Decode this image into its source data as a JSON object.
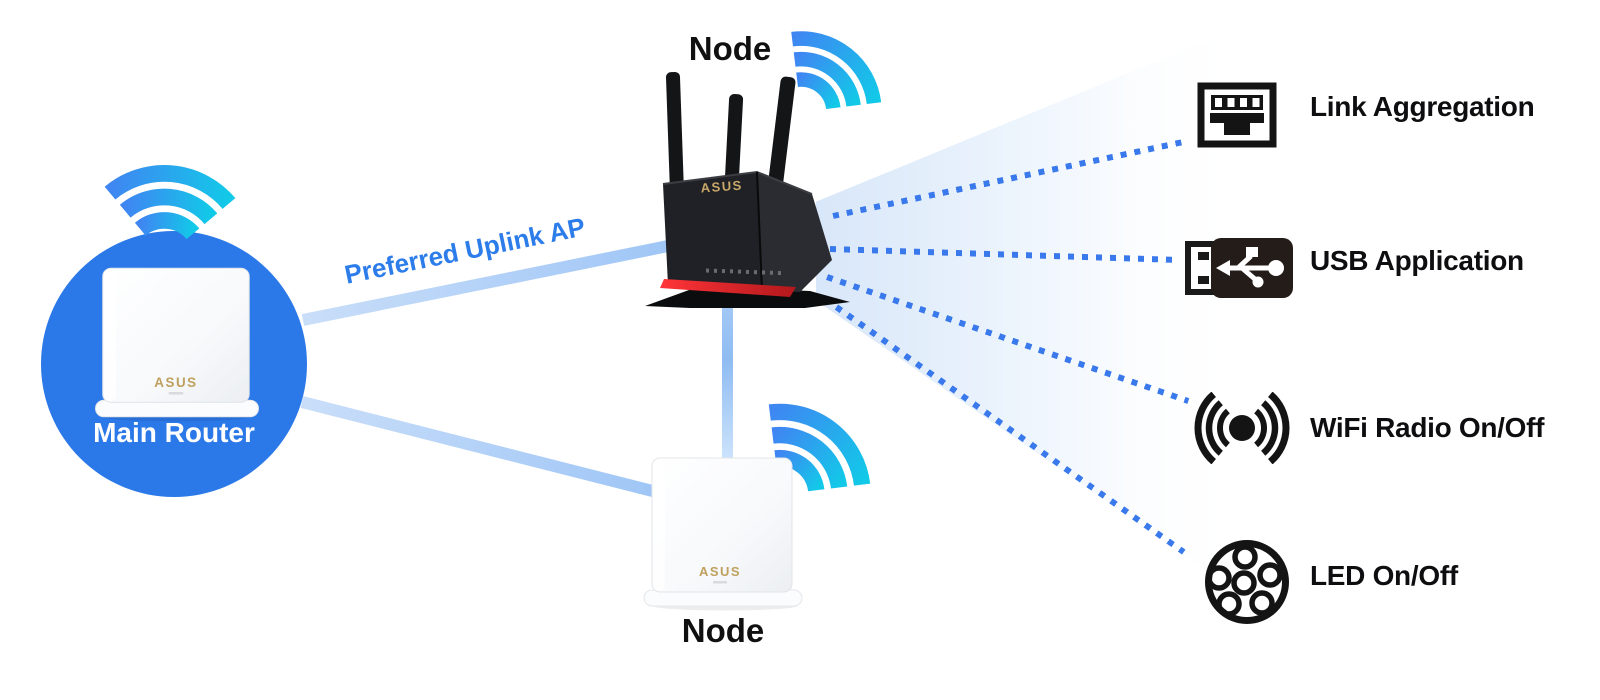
{
  "diagram": {
    "main_router": {
      "label": "Main Router"
    },
    "top_node": {
      "label": "Node"
    },
    "bottom_node": {
      "label": "Node"
    },
    "uplink": {
      "label": "Preferred Uplink AP"
    },
    "brand": {
      "logo": "ASUS"
    },
    "features": [
      {
        "label": "Link Aggregation",
        "icon": "ethernet-port-icon"
      },
      {
        "label": "USB Application",
        "icon": "usb-plug-icon"
      },
      {
        "label": "WiFi Radio On/Off",
        "icon": "wifi-radio-icon"
      },
      {
        "label": "LED On/Off",
        "icon": "led-icon"
      }
    ],
    "colors": {
      "accent_blue": "#2B78E8",
      "uplink_text": "#2C7CEA",
      "dotted_ray": "#3A79EC",
      "mesh_line": "#9CC4F6",
      "wifi_gradient_start": "#3F86F2",
      "wifi_gradient_end": "#12C9E8",
      "router_red": "#E8262B",
      "asus_gold": "#C9A86A",
      "icon_black": "#141414"
    }
  }
}
